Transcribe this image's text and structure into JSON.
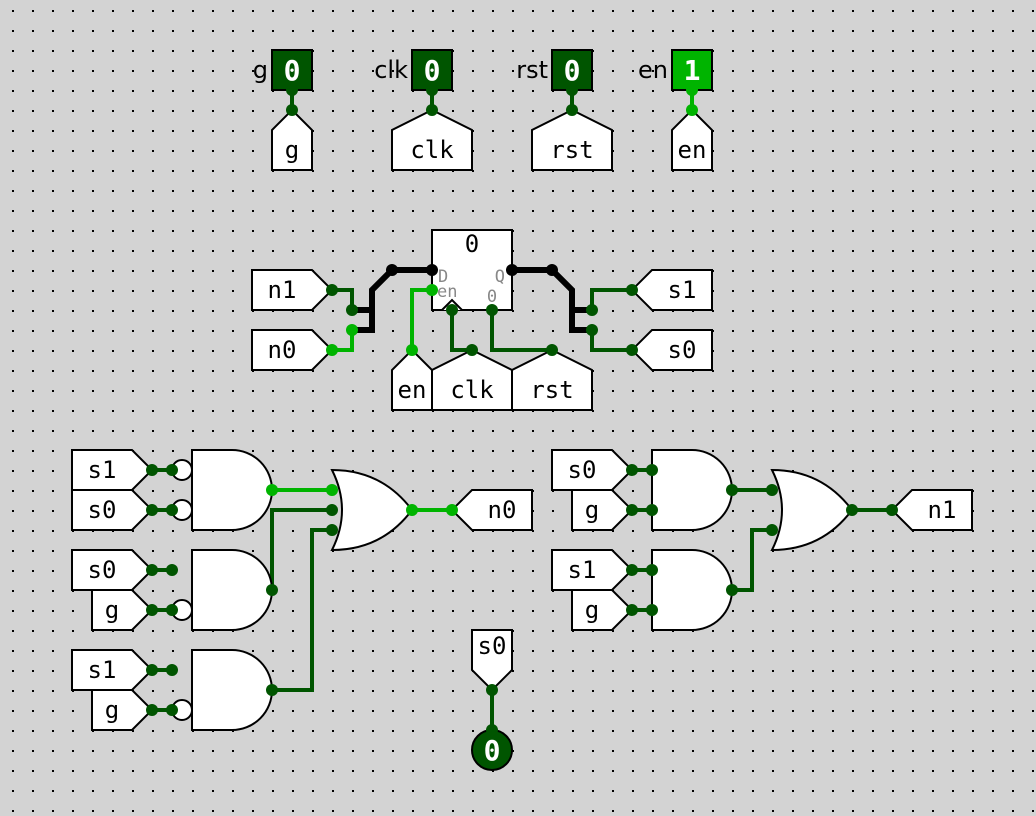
{
  "colors": {
    "background": "#d3d3d3",
    "grid_dot": "#000000",
    "wire_low": "#005500",
    "wire_high": "#00b400",
    "bus": "#000000",
    "input_low_fill": "#005500",
    "input_high_fill": "#00b400"
  },
  "inputs": [
    {
      "name": "g",
      "value": "0"
    },
    {
      "name": "clk",
      "value": "0"
    },
    {
      "name": "rst",
      "value": "0"
    },
    {
      "name": "en",
      "value": "1"
    }
  ],
  "tunnels_top": [
    "g",
    "clk",
    "rst",
    "en"
  ],
  "register": {
    "value": "0",
    "pins": {
      "d": "D",
      "q": "Q",
      "en": "en",
      "reset": "0"
    },
    "in_tunnels": [
      "n1",
      "n0"
    ],
    "out_tunnels": [
      "s1",
      "s0"
    ],
    "bottom_tunnels": [
      "en",
      "clk",
      "rst"
    ]
  },
  "n0_logic": {
    "gates": [
      {
        "inputs": [
          "s1",
          "s0"
        ],
        "negated": [
          true,
          true
        ],
        "output_high": true
      },
      {
        "inputs": [
          "s0",
          "g"
        ],
        "negated": [
          false,
          true
        ],
        "output_high": false
      },
      {
        "inputs": [
          "s1",
          "g"
        ],
        "negated": [
          false,
          true
        ],
        "output_high": false
      }
    ],
    "output": "n0"
  },
  "n1_logic": {
    "gates": [
      {
        "inputs": [
          "s0",
          "g"
        ],
        "negated": [
          false,
          false
        ],
        "output_high": false
      },
      {
        "inputs": [
          "s1",
          "g"
        ],
        "negated": [
          false,
          false
        ],
        "output_high": false
      }
    ],
    "output": "n1"
  },
  "probe": {
    "tunnel": "s0",
    "value": "0"
  }
}
